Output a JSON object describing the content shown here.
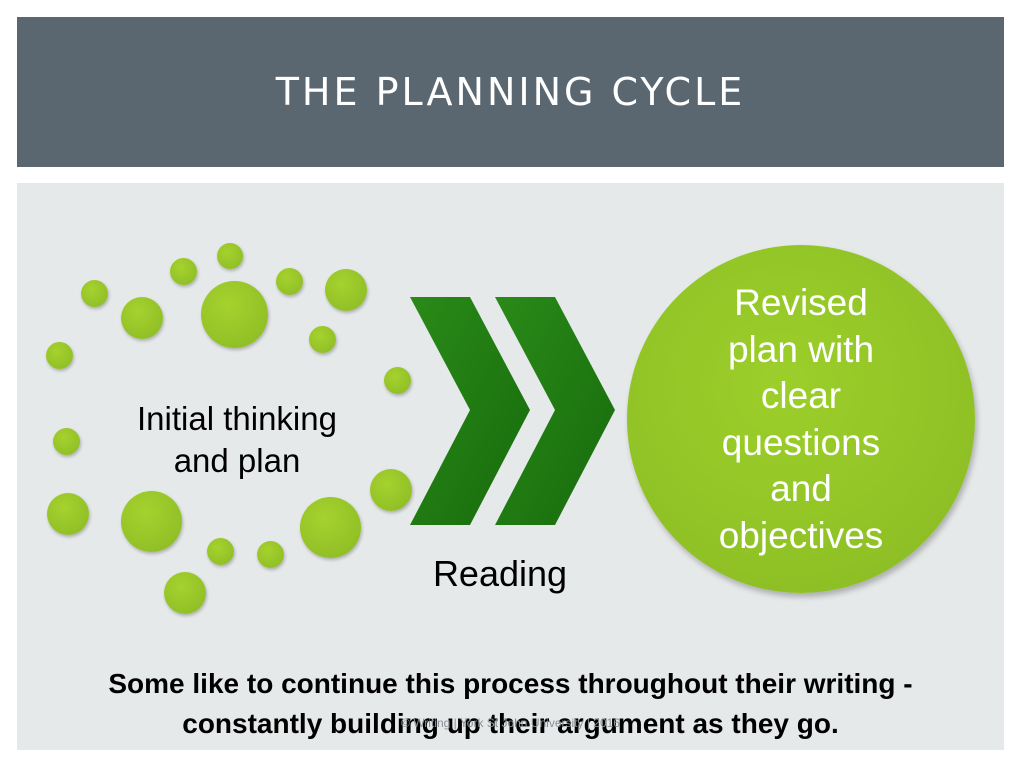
{
  "slide": {
    "title": "THE PLANNING CYCLE",
    "initial_label_line1": "Initial thinking",
    "initial_label_line2": "and plan",
    "step_label": "Reading",
    "result_lines": [
      "Revised",
      "plan with",
      "clear",
      "questions",
      "and",
      "objectives"
    ],
    "note_line1": "Some like to continue this process throughout their writing -",
    "note_line2": "constantly building up their argument as they go.",
    "footer": "© Writing | York St John University | 2016"
  },
  "colors": {
    "title_bar": "#5b6770",
    "content_bg": "#e6e9ea",
    "dot_green": "#92c127",
    "chevron_green": "#1f7a12",
    "circle_green": "#8fc126"
  }
}
